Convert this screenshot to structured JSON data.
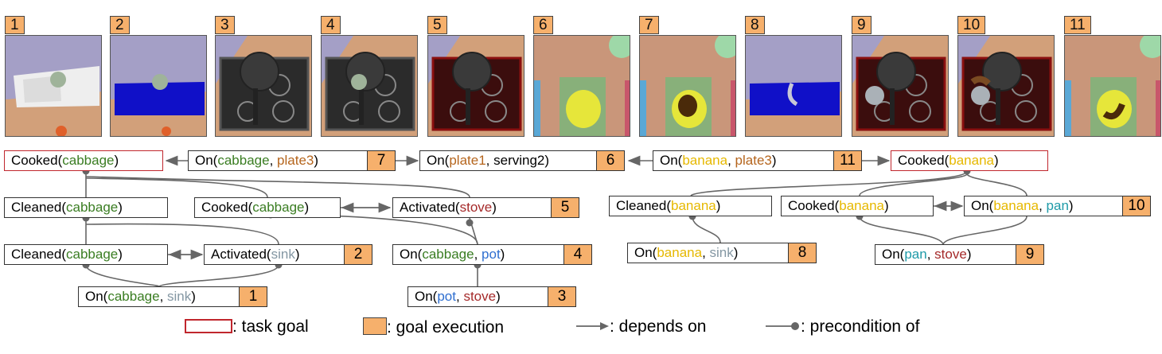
{
  "frames": [
    {
      "step": "1",
      "scene": "sink-cabbage"
    },
    {
      "step": "2",
      "scene": "sink-active-cabbage"
    },
    {
      "step": "3",
      "scene": "stove-pot"
    },
    {
      "step": "4",
      "scene": "stove-pot-cabbage"
    },
    {
      "step": "5",
      "scene": "stove-active"
    },
    {
      "step": "6",
      "scene": "plate-yellow"
    },
    {
      "step": "7",
      "scene": "plate-cooked"
    },
    {
      "step": "8",
      "scene": "sink-banana"
    },
    {
      "step": "9",
      "scene": "stove-pan"
    },
    {
      "step": "10",
      "scene": "stove-pan-banana"
    },
    {
      "step": "11",
      "scene": "plate-banana"
    }
  ],
  "colors": {
    "goal_border": "#c0262d",
    "execution_fill": "#f6b06c",
    "object_cabbage": "#3a7d22",
    "object_plate": "#b5651d",
    "object_stove": "#a52a2a",
    "object_sink": "#8497a3",
    "object_pot": "#2f6fd0",
    "object_banana": "#e6b800",
    "object_pan": "#1e9aa8"
  },
  "nodes": {
    "cooked_cabbage_goal": {
      "pred": "Cooked",
      "args": [
        {
          "t": "cabbage",
          "c": "green"
        }
      ]
    },
    "on_cabbage_plate3": {
      "pred": "On",
      "args": [
        {
          "t": "cabbage",
          "c": "green"
        },
        {
          "t": "plate3",
          "c": "brown"
        }
      ],
      "num": "7"
    },
    "on_plate1_serving2": {
      "pred": "On",
      "args": [
        {
          "t": "plate1",
          "c": "brown"
        },
        {
          "t": "serving2",
          "c": "black"
        }
      ],
      "num": "6"
    },
    "on_banana_plate3": {
      "pred": "On",
      "args": [
        {
          "t": "banana",
          "c": "yellow"
        },
        {
          "t": "plate3",
          "c": "brown"
        }
      ],
      "num": "11"
    },
    "cooked_banana_goal": {
      "pred": "Cooked",
      "args": [
        {
          "t": "banana",
          "c": "yellow"
        }
      ]
    },
    "cleaned_cabbage_1": {
      "pred": "Cleaned",
      "args": [
        {
          "t": "cabbage",
          "c": "green"
        }
      ]
    },
    "cooked_cabbage_2": {
      "pred": "Cooked",
      "args": [
        {
          "t": "cabbage",
          "c": "green"
        }
      ]
    },
    "activated_stove": {
      "pred": "Activated",
      "args": [
        {
          "t": "stove",
          "c": "red"
        }
      ],
      "num": "5"
    },
    "cleaned_banana": {
      "pred": "Cleaned",
      "args": [
        {
          "t": "banana",
          "c": "yellow"
        }
      ]
    },
    "cooked_banana_2": {
      "pred": "Cooked",
      "args": [
        {
          "t": "banana",
          "c": "yellow"
        }
      ]
    },
    "on_banana_pan": {
      "pred": "On",
      "args": [
        {
          "t": "banana",
          "c": "yellow"
        },
        {
          "t": "pan",
          "c": "teal"
        }
      ],
      "num": "10"
    },
    "cleaned_cabbage_2": {
      "pred": "Cleaned",
      "args": [
        {
          "t": "cabbage",
          "c": "green"
        }
      ]
    },
    "activated_sink": {
      "pred": "Activated",
      "args": [
        {
          "t": "sink",
          "c": "grey"
        }
      ],
      "num": "2"
    },
    "on_cabbage_pot": {
      "pred": "On",
      "args": [
        {
          "t": "cabbage",
          "c": "green"
        },
        {
          "t": "pot",
          "c": "blue"
        }
      ],
      "num": "4"
    },
    "on_banana_sink": {
      "pred": "On",
      "args": [
        {
          "t": "banana",
          "c": "yellow"
        },
        {
          "t": "sink",
          "c": "grey"
        }
      ],
      "num": "8"
    },
    "on_pan_stove": {
      "pred": "On",
      "args": [
        {
          "t": "pan",
          "c": "teal"
        },
        {
          "t": "stove",
          "c": "red"
        }
      ],
      "num": "9"
    },
    "on_cabbage_sink": {
      "pred": "On",
      "args": [
        {
          "t": "cabbage",
          "c": "green"
        },
        {
          "t": "sink",
          "c": "grey"
        }
      ],
      "num": "1"
    },
    "on_pot_stove": {
      "pred": "On",
      "args": [
        {
          "t": "pot",
          "c": "blue"
        },
        {
          "t": "stove",
          "c": "red"
        }
      ],
      "num": "3"
    }
  },
  "legend": {
    "task_goal": ": task goal",
    "goal_execution": ": goal execution",
    "depends_on": ": depends on",
    "precondition_of": ": precondition of"
  }
}
